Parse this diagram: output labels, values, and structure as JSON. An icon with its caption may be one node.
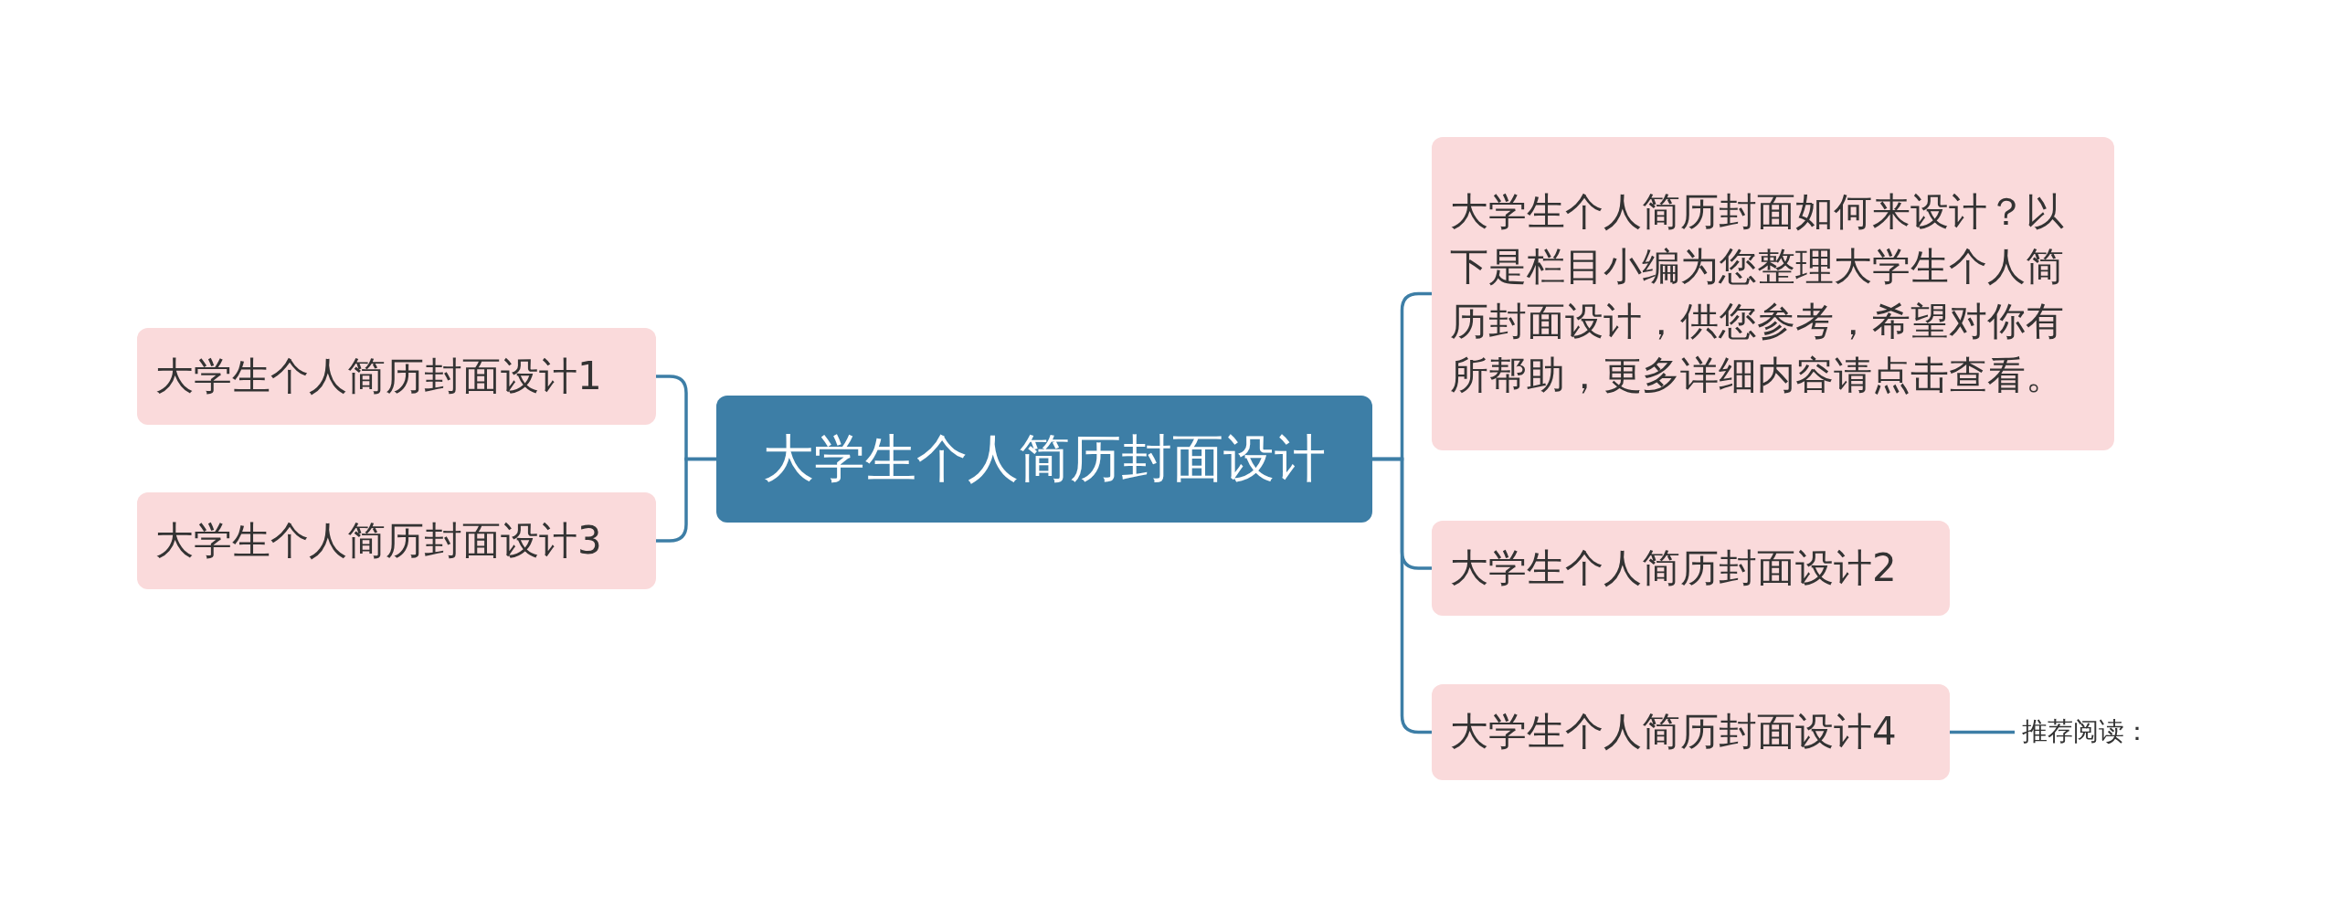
{
  "diagram": {
    "nodes": [
      {
        "text": [
          "大学生个人简历封面设计"
        ]
      },
      {
        "text": [
          "大学生个人简历封面设计1"
        ]
      },
      {
        "text": [
          "大学生个人简历封面设计3"
        ]
      },
      {
        "text": [
          "大学生个人简历封面如何来设计？以下是栏目小编为您整理大学生个人简历封面设计，供您参考，希望对你有所帮助，更多详细内容请点击查看。"
        ]
      },
      {
        "text": [
          "大学生个人简历封面设计2"
        ]
      },
      {
        "text": [
          "大学生个人简历封面设计4"
        ]
      },
      {
        "text": [
          "推荐阅读："
        ]
      }
    ],
    "edges": [
      {
        "from": 0,
        "to": 1,
        "arrow": "none"
      },
      {
        "from": 0,
        "to": 2,
        "arrow": "none"
      },
      {
        "from": 0,
        "to": 3,
        "arrow": "none"
      },
      {
        "from": 0,
        "to": 4,
        "arrow": "none"
      },
      {
        "from": 0,
        "to": 5,
        "arrow": "none"
      },
      {
        "from": 5,
        "to": 6,
        "arrow": "none"
      }
    ]
  }
}
